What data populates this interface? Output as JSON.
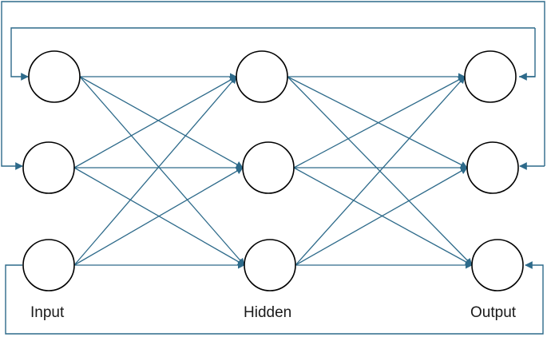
{
  "layers": {
    "input": {
      "label": "Input"
    },
    "hidden": {
      "label": "Hidden"
    },
    "output": {
      "label": "Output"
    }
  },
  "colors": {
    "edge": "#2d6a8a",
    "node_stroke": "#000000",
    "background": "#ffffff"
  }
}
